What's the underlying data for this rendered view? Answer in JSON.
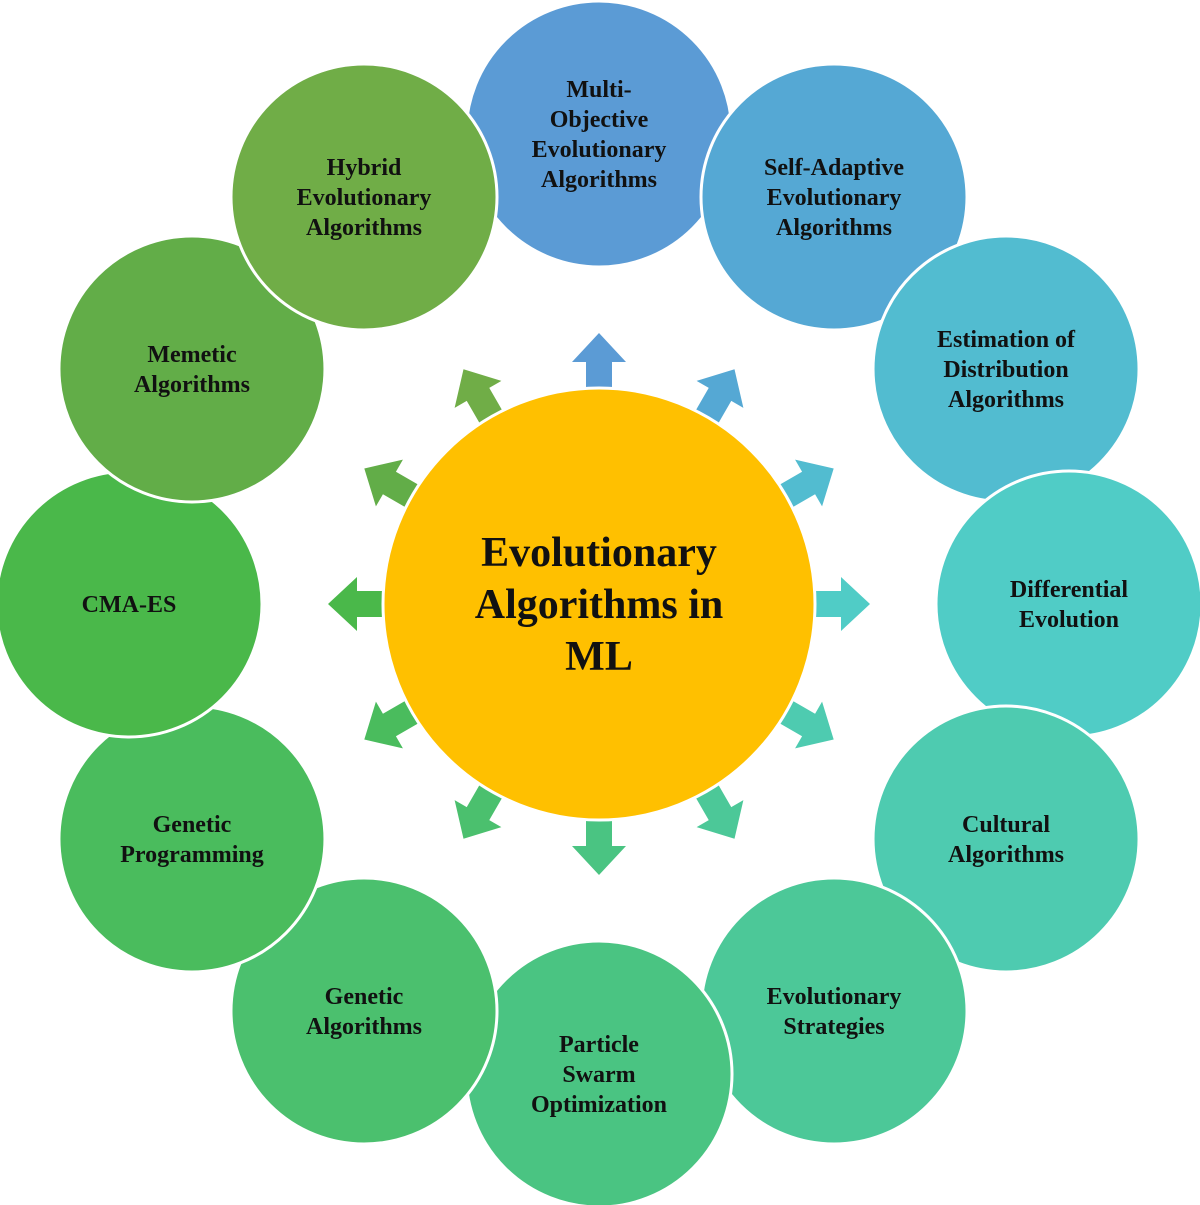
{
  "center": {
    "lines": [
      "Evolutionary",
      "Algorithms in",
      "ML"
    ],
    "color": "#FFC000"
  },
  "nodes": [
    {
      "id": "multi-objective",
      "lines": [
        "Multi-",
        "Objective",
        "Evolutionary",
        "Algorithms"
      ],
      "color": "#5B9BD5"
    },
    {
      "id": "self-adaptive",
      "lines": [
        "Self-Adaptive",
        "Evolutionary",
        "Algorithms"
      ],
      "color": "#55A8D4"
    },
    {
      "id": "estimation-of-distribution",
      "lines": [
        "Estimation of",
        "Distribution",
        "Algorithms"
      ],
      "color": "#52BCD0"
    },
    {
      "id": "differential-evolution",
      "lines": [
        "Differential",
        "Evolution"
      ],
      "color": "#50CCC6"
    },
    {
      "id": "cultural-algorithms",
      "lines": [
        "Cultural",
        "Algorithms"
      ],
      "color": "#4ECBB0"
    },
    {
      "id": "evolutionary-strategies",
      "lines": [
        "Evolutionary",
        "Strategies"
      ],
      "color": "#4CC898"
    },
    {
      "id": "particle-swarm-optimization",
      "lines": [
        "Particle",
        "Swarm",
        "Optimization"
      ],
      "color": "#4AC482"
    },
    {
      "id": "genetic-algorithms",
      "lines": [
        "Genetic",
        "Algorithms"
      ],
      "color": "#4BC06E"
    },
    {
      "id": "genetic-programming",
      "lines": [
        "Genetic",
        "Programming"
      ],
      "color": "#4ABC5D"
    },
    {
      "id": "cma-es",
      "lines": [
        "CMA-ES"
      ],
      "color": "#4AB84A"
    },
    {
      "id": "memetic-algorithms",
      "lines": [
        "Memetic",
        "Algorithms"
      ],
      "color": "#62AD48"
    },
    {
      "id": "hybrid-evolutionary-algorithms",
      "lines": [
        "Hybrid",
        "Evolutionary",
        "Algorithms"
      ],
      "color": "#70AD47"
    }
  ]
}
